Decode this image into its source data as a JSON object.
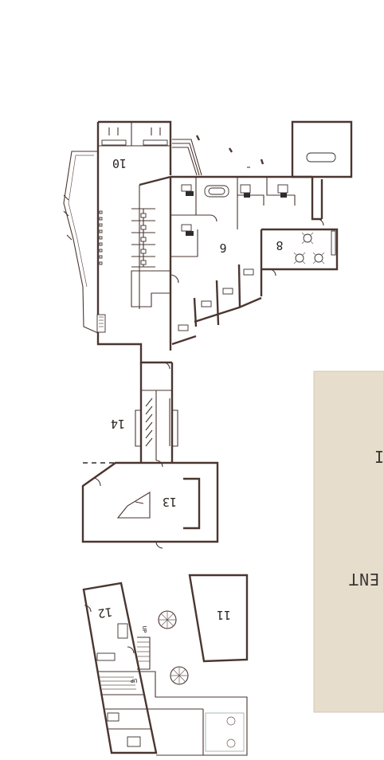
{
  "rooms": {
    "r8": "8",
    "r9": "6",
    "r10": "10",
    "r11": "11",
    "r12": "12",
    "r13": "13",
    "r14": "14"
  },
  "stairs": {
    "up_a": "UP",
    "up_b": "UP"
  },
  "panel": {
    "text": "ENT",
    "edge_char": "I",
    "color": "#e6ddcc"
  },
  "colors": {
    "wall": "#4a3630",
    "background": "#ffffff"
  }
}
